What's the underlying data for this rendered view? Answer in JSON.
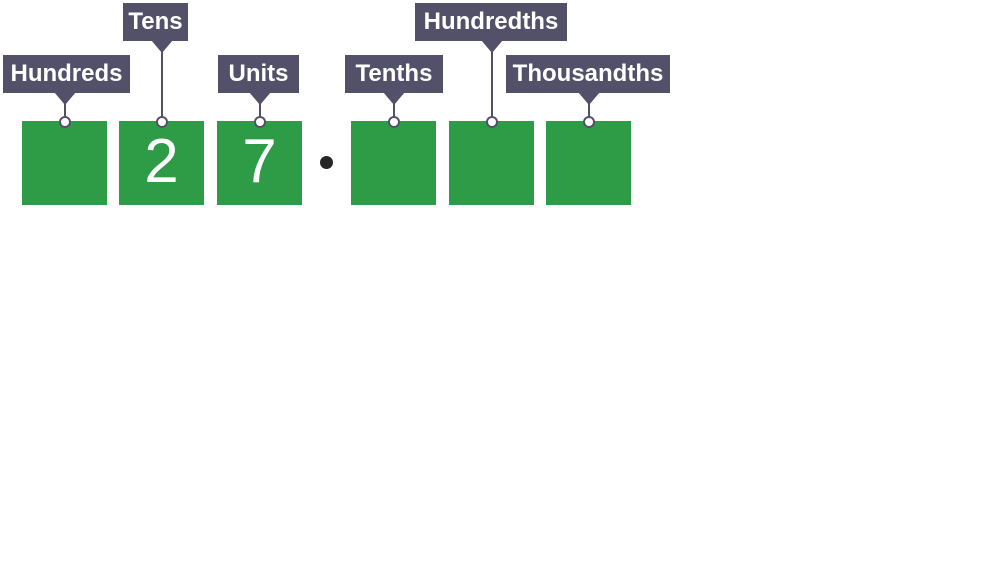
{
  "diagram": {
    "description": "Place value diagram with labelled digit boxes",
    "decimal_point_symbol": "•",
    "columns": [
      {
        "label": "Hundreds",
        "digit": ""
      },
      {
        "label": "Tens",
        "digit": "2"
      },
      {
        "label": "Units",
        "digit": "7"
      },
      {
        "label": "Tenths",
        "digit": ""
      },
      {
        "label": "Hundredths",
        "digit": ""
      },
      {
        "label": "Thousandths",
        "digit": ""
      }
    ],
    "colors": {
      "box_green": "#2e9b46",
      "label_slate": "#53516a",
      "label_text": "#ffffff",
      "digit_text": "#ffffff",
      "decimal_dot": "#262626",
      "background": "#ffffff"
    }
  }
}
